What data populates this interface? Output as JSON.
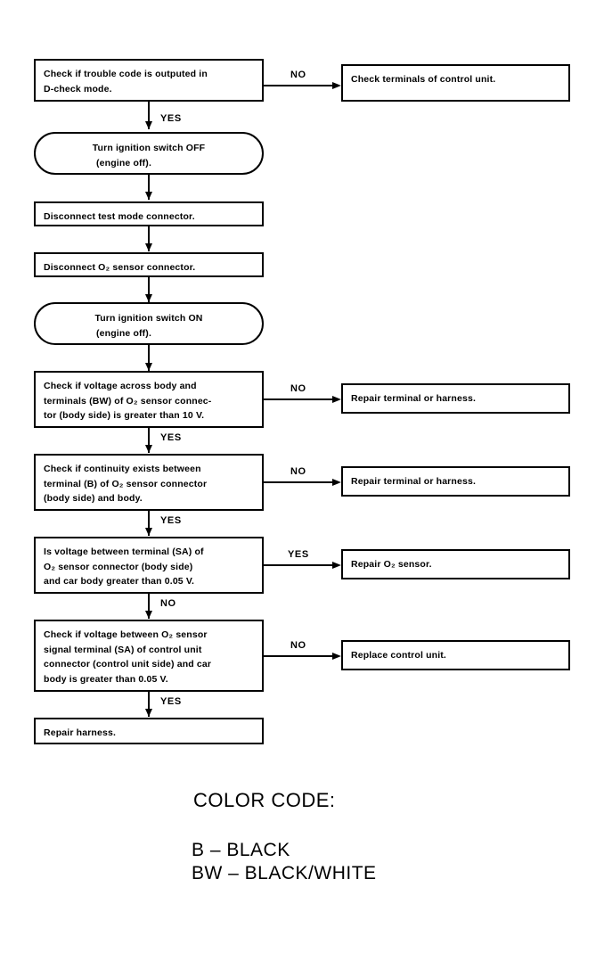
{
  "diagram": {
    "type": "flowchart",
    "title": "O2 sensor circuit diagnostic flowchart",
    "nodes": {
      "n1": {
        "shape": "rect",
        "lines": [
          "Check if trouble code is outputed in",
          "D-check mode."
        ]
      },
      "n1_no": {
        "shape": "rect",
        "lines": [
          "Check terminals of control unit."
        ]
      },
      "n2": {
        "shape": "pill",
        "lines": [
          "Turn ignition switch OFF",
          "(engine off)."
        ]
      },
      "n3": {
        "shape": "rect",
        "lines": [
          "Disconnect test mode connector."
        ]
      },
      "n4": {
        "shape": "rect",
        "lines": [
          "Disconnect O₂ sensor connector."
        ]
      },
      "n5": {
        "shape": "pill",
        "lines": [
          "Turn ignition switch ON",
          "(engine off)."
        ]
      },
      "n6": {
        "shape": "rect",
        "lines": [
          "Check if voltage across body and",
          "terminals (BW) of O₂ sensor connec-",
          "tor (body side) is greater than 10 V."
        ]
      },
      "n6_no": {
        "shape": "rect",
        "lines": [
          "Repair terminal or harness."
        ]
      },
      "n7": {
        "shape": "rect",
        "lines": [
          "Check if continuity exists between",
          "terminal (B) of O₂ sensor connector",
          "(body side) and body."
        ]
      },
      "n7_no": {
        "shape": "rect",
        "lines": [
          "Repair terminal or harness."
        ]
      },
      "n8": {
        "shape": "rect",
        "lines": [
          "Is voltage between terminal (SA) of",
          "O₂ sensor connector (body side)",
          "and car body greater than 0.05 V."
        ]
      },
      "n8_yes": {
        "shape": "rect",
        "lines": [
          "Repair O₂ sensor."
        ]
      },
      "n9": {
        "shape": "rect",
        "lines": [
          "Check if voltage between O₂ sensor",
          "signal terminal (SA) of control unit",
          "connector (control unit side) and car",
          "body is greater than 0.05 V."
        ]
      },
      "n9_no": {
        "shape": "rect",
        "lines": [
          "Replace control unit."
        ]
      },
      "n10": {
        "shape": "rect",
        "lines": [
          "Repair harness."
        ]
      }
    },
    "edge_labels": {
      "e1_no": "NO",
      "e1_yes": "YES",
      "e6_no": "NO",
      "e6_yes": "YES",
      "e7_no": "NO",
      "e7_yes": "YES",
      "e8_yes": "YES",
      "e8_no": "NO",
      "e9_no": "NO",
      "e9_yes": "YES"
    }
  },
  "legend": {
    "title": "COLOR CODE:",
    "entries": [
      "B  –  BLACK",
      "BW  –  BLACK/WHITE"
    ]
  },
  "colors": {
    "ink": "#000000",
    "paper": "#ffffff"
  }
}
